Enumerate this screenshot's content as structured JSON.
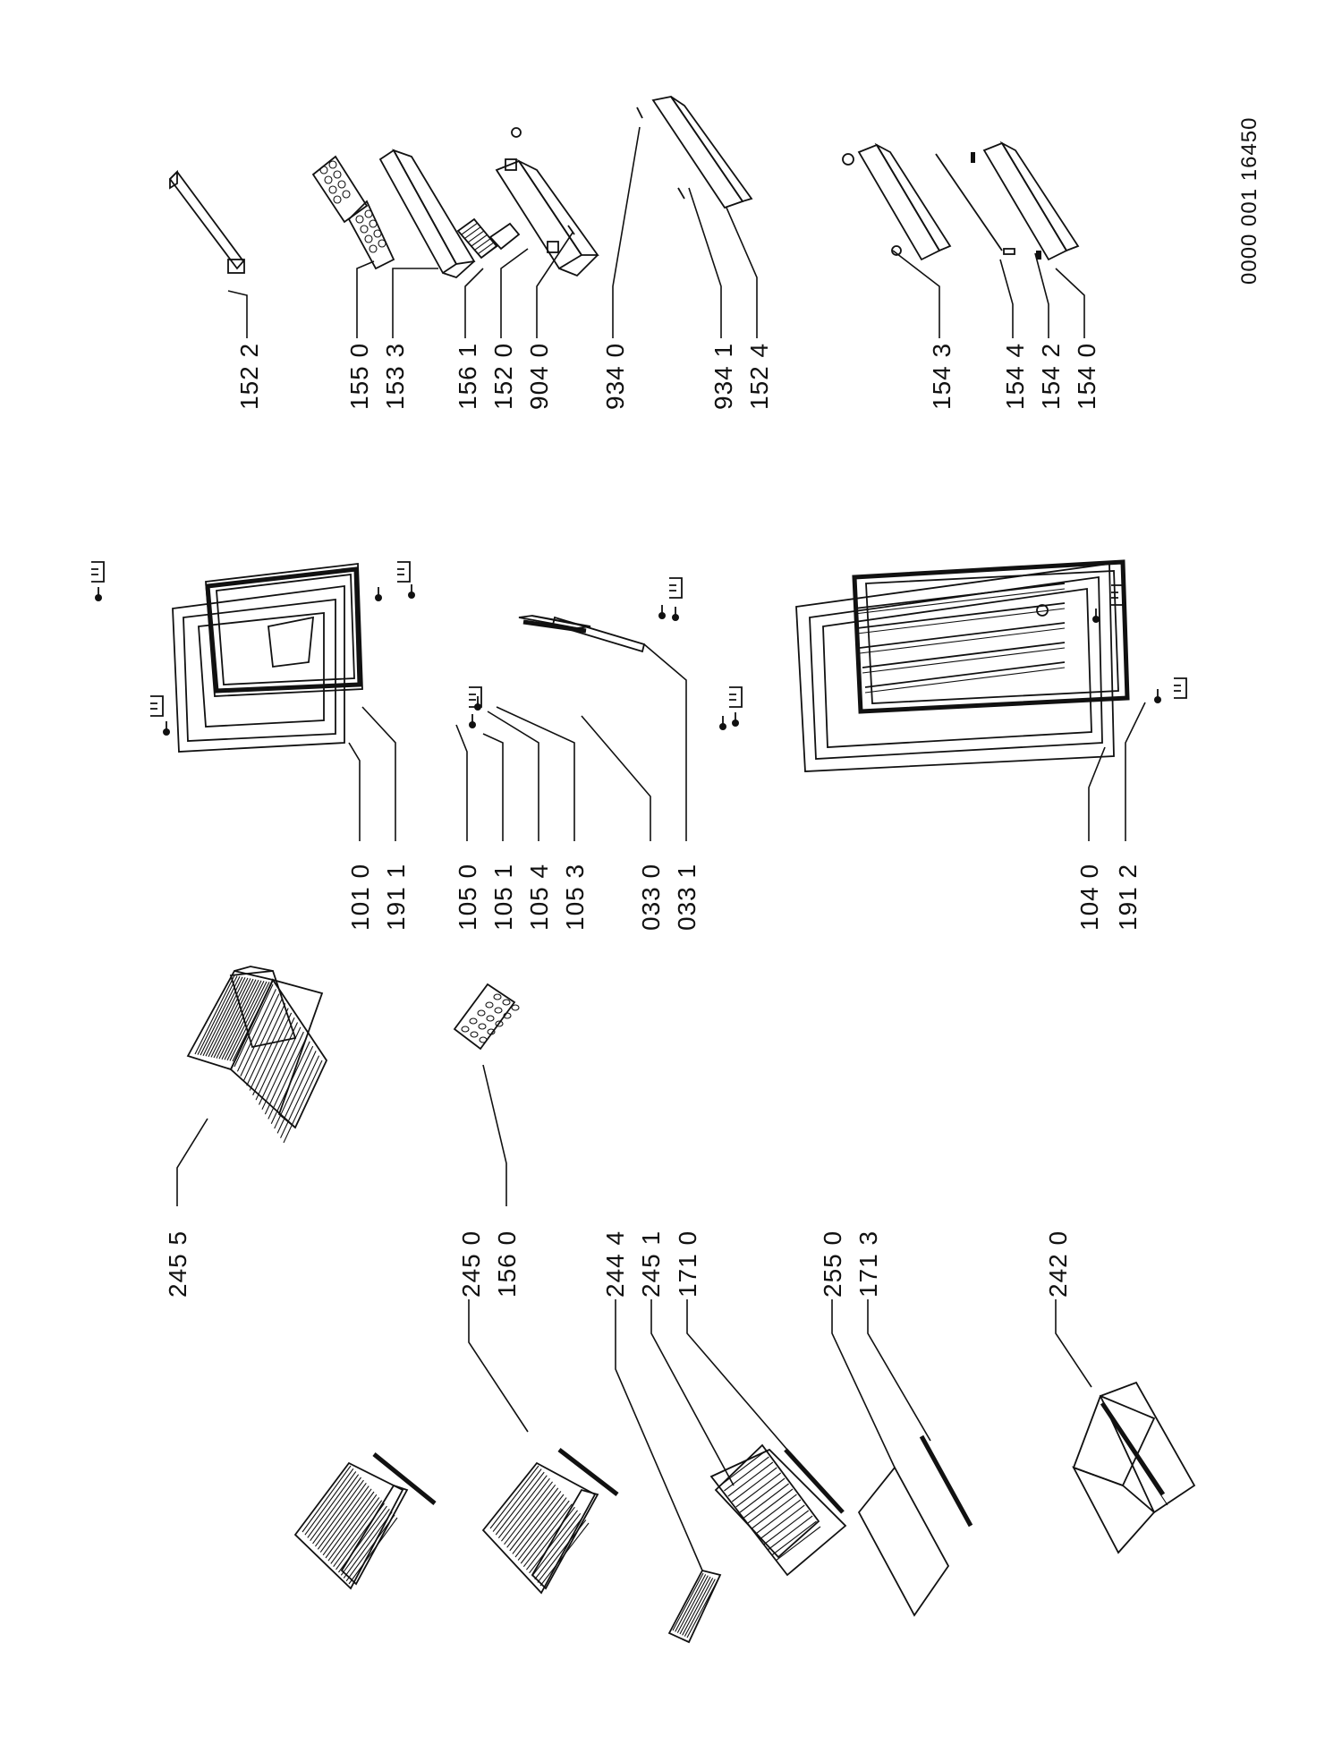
{
  "diagram": {
    "document_number": "0000 001 16450",
    "part_labels": [
      {
        "id": "p245-5",
        "text": "245 5"
      },
      {
        "id": "p245-0",
        "text": "245 0"
      },
      {
        "id": "p156-0",
        "text": "156 0"
      },
      {
        "id": "p244-4",
        "text": "244 4"
      },
      {
        "id": "p245-1",
        "text": "245 1"
      },
      {
        "id": "p171-0",
        "text": "171 0"
      },
      {
        "id": "p255-0",
        "text": "255 0"
      },
      {
        "id": "p171-3",
        "text": "171 3"
      },
      {
        "id": "p242-0",
        "text": "242 0"
      },
      {
        "id": "p101-0",
        "text": "101 0"
      },
      {
        "id": "p191-1",
        "text": "191 1"
      },
      {
        "id": "p105-0",
        "text": "105 0"
      },
      {
        "id": "p105-1",
        "text": "105 1"
      },
      {
        "id": "p105-4",
        "text": "105 4"
      },
      {
        "id": "p105-3",
        "text": "105 3"
      },
      {
        "id": "p033-0",
        "text": "033 0"
      },
      {
        "id": "p033-1",
        "text": "033 1"
      },
      {
        "id": "p104-0",
        "text": "104 0"
      },
      {
        "id": "p191-2",
        "text": "191 2"
      },
      {
        "id": "p152-2",
        "text": "152 2"
      },
      {
        "id": "p155-0",
        "text": "155 0"
      },
      {
        "id": "p153-3",
        "text": "153 3"
      },
      {
        "id": "p156-1",
        "text": "156 1"
      },
      {
        "id": "p152-0",
        "text": "152 0"
      },
      {
        "id": "p904-0",
        "text": "904 0"
      },
      {
        "id": "p934-0",
        "text": "934 0"
      },
      {
        "id": "p934-1",
        "text": "934 1"
      },
      {
        "id": "p152-4",
        "text": "152 4"
      },
      {
        "id": "p154-3",
        "text": "154 3"
      },
      {
        "id": "p154-4",
        "text": "154 4"
      },
      {
        "id": "p154-2",
        "text": "154 2"
      },
      {
        "id": "p154-0",
        "text": "154 0"
      }
    ]
  }
}
